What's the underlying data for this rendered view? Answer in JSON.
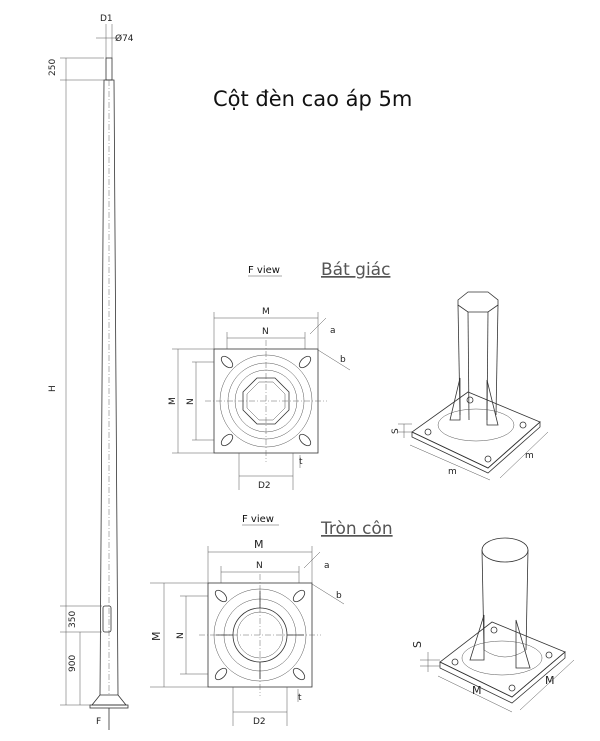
{
  "title": "Cột đèn cao áp 5m",
  "pole": {
    "top_label": "D1",
    "diameter_label": "Ø74",
    "dim_top": "250",
    "dim_height": "H",
    "dim_door": "350",
    "dim_base": "900",
    "foot_label": "F"
  },
  "octagonal": {
    "name": "Bát giác",
    "view_label": "F view",
    "labels": {
      "M": "M",
      "N": "N",
      "a": "a",
      "b": "b",
      "t": "t",
      "D2": "D2",
      "S": "S",
      "m1": "m",
      "m2": "m"
    }
  },
  "conical": {
    "name": "Tròn côn",
    "view_label": "F view",
    "labels": {
      "M": "M",
      "N": "N",
      "a": "a",
      "b": "b",
      "t": "t",
      "D2": "D2",
      "S": "S",
      "M1": "M",
      "M2": "M"
    }
  }
}
